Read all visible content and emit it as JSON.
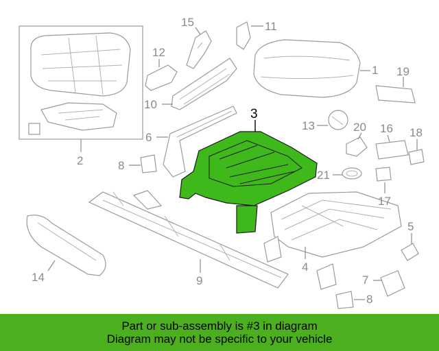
{
  "diagram": {
    "callouts": [
      "1",
      "2",
      "3",
      "4",
      "5",
      "6",
      "7",
      "8",
      "8",
      "9",
      "10",
      "11",
      "12",
      "13",
      "14",
      "15",
      "16",
      "17",
      "18",
      "19",
      "20",
      "21"
    ],
    "highlighted_part": "3",
    "colors": {
      "highlight_fill": "#3eb81a",
      "line": "#9a9a9a",
      "banner": "#4caf1e"
    }
  },
  "banner": {
    "line1": "Part or sub-assembly is #3 in diagram",
    "line2": "Diagram may not be specific to your vehicle"
  }
}
